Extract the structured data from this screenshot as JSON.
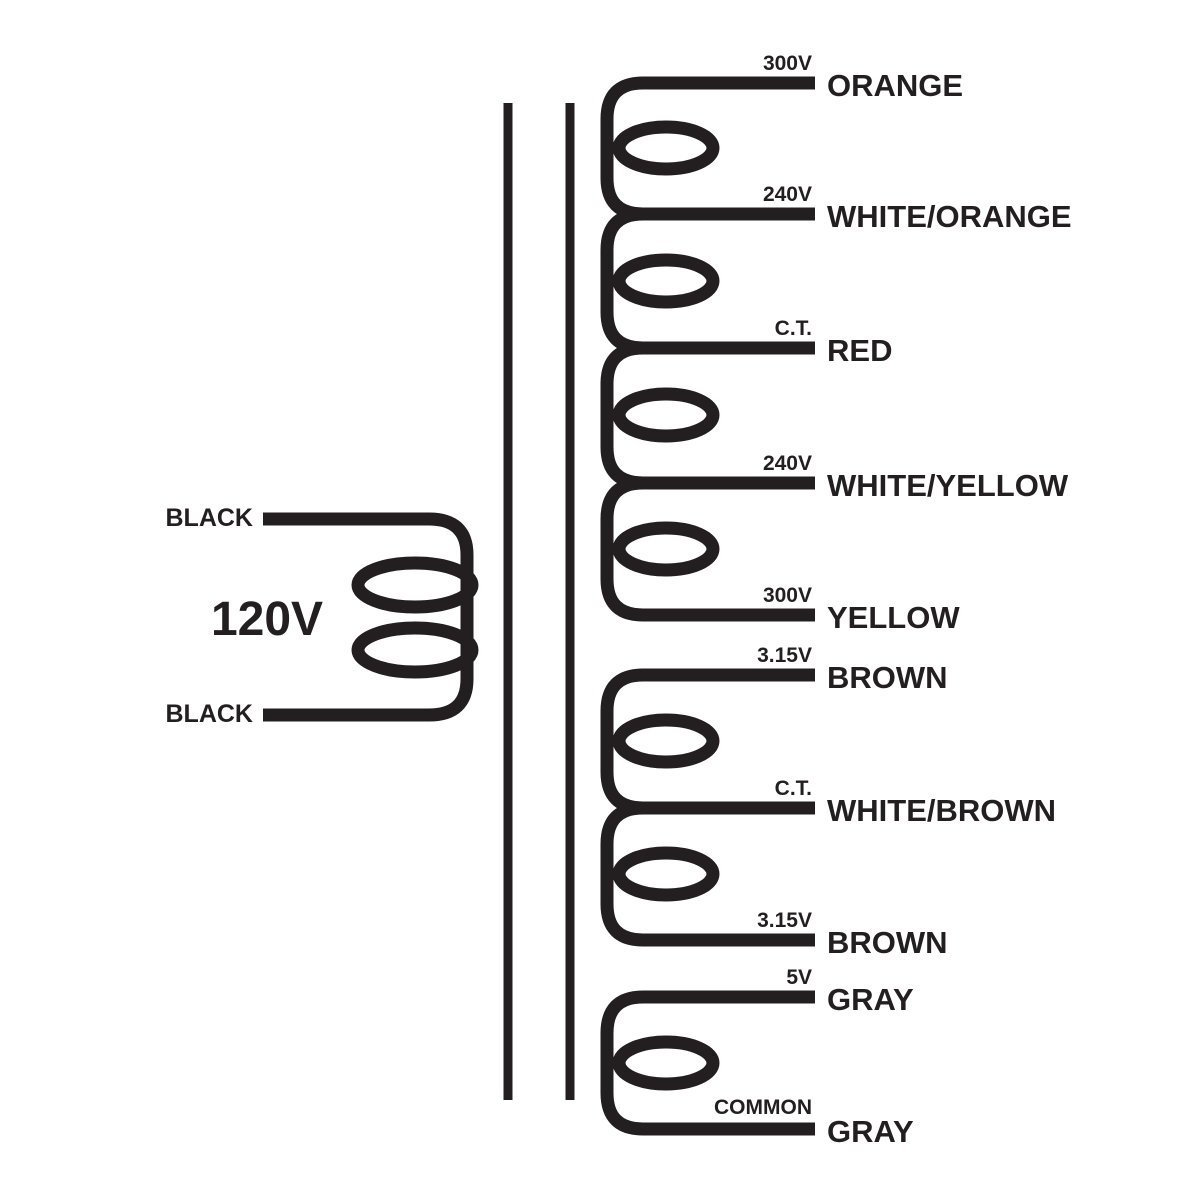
{
  "diagram": {
    "title": "transformer-wiring-diagram",
    "ink_color": "#231f20",
    "background_color": "#ffffff",
    "primary": {
      "voltage": "120V",
      "leads": [
        {
          "label": "BLACK"
        },
        {
          "label": "BLACK"
        }
      ]
    },
    "secondary_windings": [
      {
        "taps": [
          {
            "tap": "300V",
            "wire": "ORANGE"
          },
          {
            "tap": "240V",
            "wire": "WHITE/ORANGE"
          },
          {
            "tap": "C.T.",
            "wire": "RED"
          },
          {
            "tap": "240V",
            "wire": "WHITE/YELLOW"
          },
          {
            "tap": "300V",
            "wire": "YELLOW"
          }
        ]
      },
      {
        "taps": [
          {
            "tap": "3.15V",
            "wire": "BROWN"
          },
          {
            "tap": "C.T.",
            "wire": "WHITE/BROWN"
          },
          {
            "tap": "3.15V",
            "wire": "BROWN"
          }
        ]
      },
      {
        "taps": [
          {
            "tap": "5V",
            "wire": "GRAY"
          },
          {
            "tap": "COMMON",
            "wire": "GRAY"
          }
        ]
      }
    ]
  }
}
